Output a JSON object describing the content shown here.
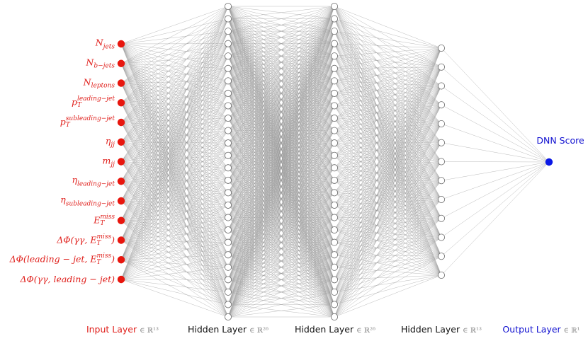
{
  "diagram": {
    "input_labels": [
      {
        "base": "N",
        "sub": "jets",
        "sup": ""
      },
      {
        "base": "N",
        "sub": "b−jets",
        "sup": ""
      },
      {
        "base": "N",
        "sub": "leptons",
        "sup": ""
      },
      {
        "base": "p",
        "sub": "T",
        "sup": "leading−jet"
      },
      {
        "base": "p",
        "sub": "T",
        "sup": "subleading−jet"
      },
      {
        "base": "η",
        "sub": "jj",
        "sup": ""
      },
      {
        "base": "m",
        "sub": "jj",
        "sup": ""
      },
      {
        "base": "η",
        "sub": "leading−jet",
        "sup": ""
      },
      {
        "base": "η",
        "sub": "subleading−jet",
        "sup": ""
      },
      {
        "base": "E",
        "sub": "T",
        "sup": "miss"
      },
      {
        "base": "ΔΦ(γγ, E",
        "sub": "T",
        "sup": "miss",
        "tail": ")"
      },
      {
        "base": "ΔΦ(leading − jet, E",
        "sub": "T",
        "sup": "miss",
        "tail": ")"
      },
      {
        "base": "ΔΦ(γγ, leading − jet)",
        "sub": "",
        "sup": ""
      }
    ],
    "output_label": "DNN Score",
    "layers": [
      {
        "name": "Input Layer",
        "math": "∈ ℝ¹³",
        "size": 13,
        "role": "input"
      },
      {
        "name": "Hidden Layer",
        "math": "∈ ℝ²⁶",
        "size": 26,
        "role": "hidden"
      },
      {
        "name": "Hidden Layer",
        "math": "∈ ℝ²⁶",
        "size": 26,
        "role": "hidden"
      },
      {
        "name": "Hidden Layer",
        "math": "∈ ℝ¹³",
        "size": 13,
        "role": "hidden"
      },
      {
        "name": "Output Layer",
        "math": "∈ ℝ¹",
        "size": 1,
        "role": "output"
      }
    ],
    "colors": {
      "input_node": "#e8160e",
      "hidden_node_fill": "#ffffff",
      "hidden_node_stroke": "#666666",
      "output_node": "#0a18e6",
      "edge": "#9a9a9a"
    }
  }
}
